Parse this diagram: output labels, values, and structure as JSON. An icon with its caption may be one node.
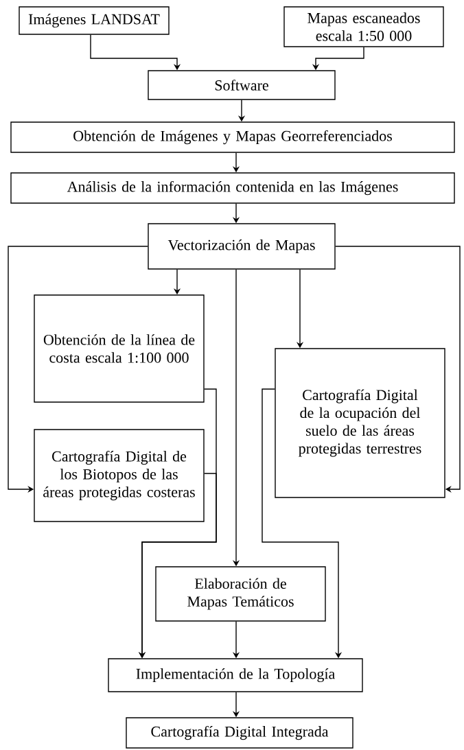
{
  "diagram": {
    "nodes": [
      {
        "text": [
          "Imágenes LANDSAT"
        ]
      },
      {
        "text": [
          "Mapas escaneados escala 1:50 000"
        ]
      },
      {
        "text": [
          "Software"
        ]
      },
      {
        "text": [
          "Obtención de Imágenes y Mapas Georreferenciados"
        ]
      },
      {
        "text": [
          "Análisis de la información contenida en las Imágenes"
        ]
      },
      {
        "text": [
          "Vectorización de Mapas"
        ]
      },
      {
        "text": [
          "Obtención de la línea de costa escala 1:100 000"
        ]
      },
      {
        "text": [
          "Cartografía Digital de los Biotopos de las áreas protegidas costeras"
        ]
      },
      {
        "text": [
          "Cartografía Digital de la ocupación del suelo de las áreas protegidas terrestres"
        ]
      },
      {
        "text": [
          "Elaboración de Mapas Temáticos"
        ]
      },
      {
        "text": [
          "Implementación de la Topología"
        ]
      },
      {
        "text": [
          "Cartografía Digital Integrada"
        ]
      }
    ],
    "edges": [
      {
        "from": 0,
        "to": 2,
        "arrow": "to"
      },
      {
        "from": 1,
        "to": 2,
        "arrow": "to"
      },
      {
        "from": 2,
        "to": 3,
        "arrow": "to"
      },
      {
        "from": 3,
        "to": 4,
        "arrow": "to"
      },
      {
        "from": 4,
        "to": 5,
        "arrow": "to"
      },
      {
        "from": 5,
        "to": 6,
        "arrow": "to"
      },
      {
        "from": 5,
        "to": 7,
        "arrow": "to"
      },
      {
        "from": 5,
        "to": 9,
        "arrow": "to"
      },
      {
        "from": 5,
        "to": 8,
        "arrow": "to"
      },
      {
        "from": 5,
        "to": 8,
        "arrow": "to"
      },
      {
        "from": 6,
        "to": 10,
        "arrow": "to"
      },
      {
        "from": 7,
        "to": 10,
        "arrow": "to"
      },
      {
        "from": 8,
        "to": 10,
        "arrow": "to"
      },
      {
        "from": 9,
        "to": 10,
        "arrow": "to"
      },
      {
        "from": 10,
        "to": 11,
        "arrow": "to"
      }
    ]
  }
}
